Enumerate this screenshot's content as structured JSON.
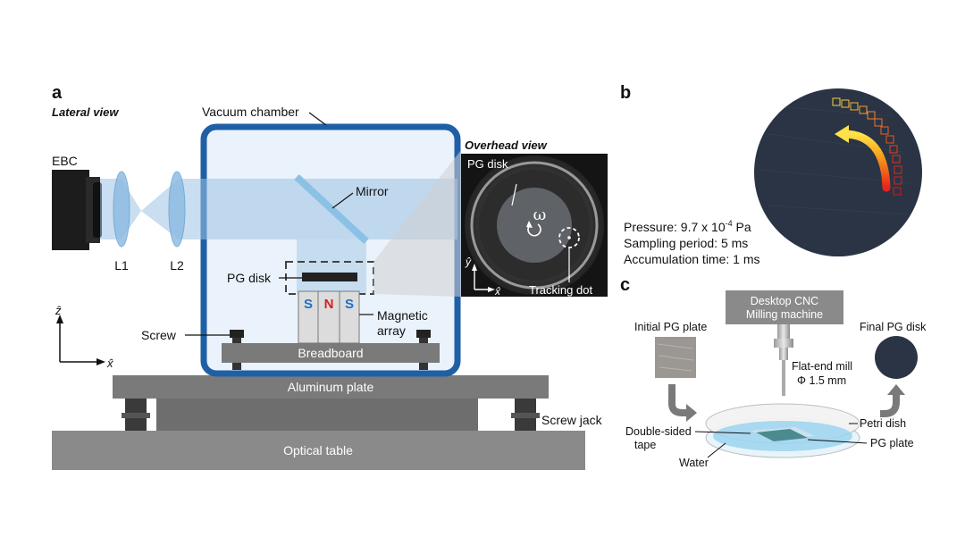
{
  "panel_a": {
    "letter": "a",
    "lateral_view": "Lateral view",
    "overhead_view": "Overhead view",
    "vacuum_chamber": "Vacuum chamber",
    "ebc": "EBC",
    "l1": "L1",
    "l2": "L2",
    "mirror": "Mirror",
    "pg_disk": "PG disk",
    "magnet_s_left": "S",
    "magnet_n": "N",
    "magnet_s_right": "S",
    "magnetic_array_line1": "Magnetic",
    "magnetic_array_line2": "array",
    "screw": "Screw",
    "breadboard": "Breadboard",
    "aluminum_plate": "Aluminum plate",
    "screw_jack": "Screw jack",
    "optical_table": "Optical table",
    "axis_z": "ẑ",
    "axis_x": "x̂",
    "overhead_pg_disk": "PG disk",
    "omega": "ω",
    "overhead_axis_y": "ŷ",
    "overhead_axis_x": "x̂",
    "tracking_dot": "Tracking dot"
  },
  "panel_b": {
    "letter": "b",
    "pressure_prefix": "Pressure: 9.7 x 10",
    "pressure_exp": "-4",
    "pressure_suffix": " Pa",
    "sampling_period": "Sampling period: 5 ms",
    "accumulation_time": "Accumulation time: 1 ms"
  },
  "panel_c": {
    "letter": "c",
    "cnc_line1": "Desktop CNC",
    "cnc_line2": "Milling machine",
    "initial_plate": "Initial PG plate",
    "final_disk": "Final PG disk",
    "end_mill_line1": "Flat-end mill",
    "end_mill_line2": "Φ 1.5 mm",
    "petri_dish": "Petri dish",
    "tape_line1": "Double-sided",
    "tape_line2": "tape",
    "pg_plate": "PG plate",
    "water": "Water"
  },
  "colors": {
    "chamber_border": "#1f5fa6",
    "chamber_fill": "#eaf2fb",
    "beam": "#9cc3e3",
    "gray_dark": "#6e6e6e",
    "gray_mid": "#8a8a8a",
    "magnet_s": "#1f6fc4",
    "magnet_n": "#d42020"
  }
}
